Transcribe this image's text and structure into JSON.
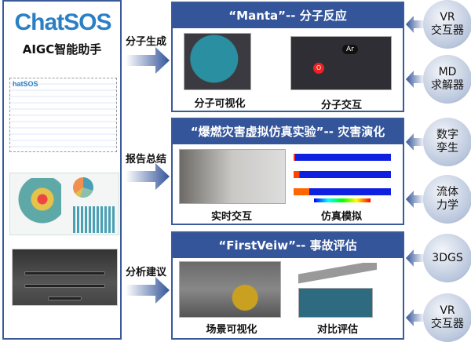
{
  "left_panel": {
    "logo": "ChatSOS",
    "subtitle": "AIGC智能助手",
    "mind_title": "hatSOS"
  },
  "flows": [
    {
      "label": "分子生成"
    },
    {
      "label": "报告总结"
    },
    {
      "label": "分析建议"
    }
  ],
  "boxes": [
    {
      "title": "“Manta”-- 分子反应",
      "captions": [
        "分子可视化",
        "分子交互"
      ],
      "atom_label": "Ar",
      "atom_o": "O"
    },
    {
      "title": "“爆燃灾害虚拟仿真实验”-- 灾害演化",
      "captions": [
        "实时交互",
        "仿真模拟"
      ]
    },
    {
      "title": "“FirstVeiw”-- 事故评估",
      "captions": [
        "场景可视化",
        "对比评估"
      ]
    }
  ],
  "tech": [
    [
      "VR",
      "交互器"
    ],
    [
      "MD",
      "求解器"
    ],
    [
      "数字",
      "孪生"
    ],
    [
      "流体",
      "力学"
    ],
    [
      "3DGS",
      ""
    ],
    [
      "VR",
      "交互器"
    ]
  ],
  "colors": {
    "frame": "#3a5a9a",
    "header": "#34559a",
    "logo": "#2b7fc4"
  }
}
